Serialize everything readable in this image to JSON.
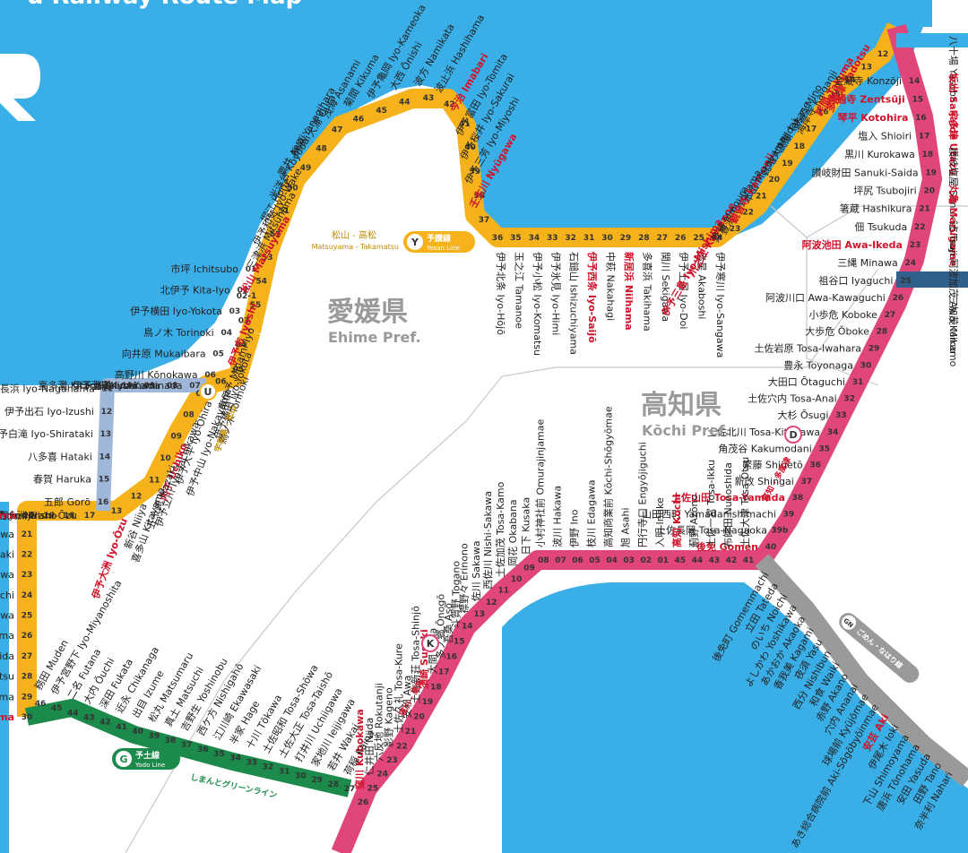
{
  "title_partial": "u Railway Route Map",
  "prefectures": [
    {
      "jp": "愛媛県",
      "en": "Ehime Pref."
    },
    {
      "jp": "高知県",
      "en": "Kōchi Pref."
    }
  ],
  "colors": {
    "sea": "#3aaee6",
    "yosan": "#f5b21b",
    "uchiko": "#f5b21b",
    "dosan": "#e0457b",
    "yodo": "#1b8a4a",
    "kotoden": "#3b6ea8",
    "gomen": "#9a9a9a",
    "tokushima": "#2f5f8a",
    "station_red": "#d0122a"
  },
  "lines": {
    "yosan": {
      "letter": "Y",
      "jp": "予讃線",
      "en": "Yosan Line",
      "section_jp": "松山 - 高松",
      "section_en": "Matsuyama - Takamatsu"
    },
    "uchiko": {
      "letter": "U",
      "jp": "予讃線・内子線",
      "en": "Yosan Line / Uchiko Line",
      "section_jp": "宇和島 - 松山",
      "section_en": "Uwajima - Matsuyama"
    },
    "dosan_north": {
      "letter": "D",
      "jp": "土讃線",
      "en": "Dosan Line",
      "section_jp": "高知 - 多度津",
      "section_en": "Kōchi - Tadotsu"
    },
    "dosan_south": {
      "letter": "K",
      "jp": "土讃線",
      "en": "Dosan Line",
      "section_jp": "窪川 - 高知",
      "section_en": "Kubokawa - Kōchi"
    },
    "yodo": {
      "letter": "G",
      "jp": "予土線",
      "en": "Yodo Line",
      "extra_jp": "しまんとグリーンライン",
      "extra_en": "Shimanto Green Line"
    },
    "gomen": {
      "letter": "GN",
      "jp": "ごめん・なはり線",
      "en": "Gomen-Nahari Line"
    }
  },
  "stations": {
    "yosan_south": [
      {
        "num": "36",
        "jp": "伊予北条",
        "en": "Iyo-Hōjō"
      },
      {
        "num": "35",
        "jp": "玉之江",
        "en": "Tamanoe"
      },
      {
        "num": "34",
        "jp": "伊予小松",
        "en": "Iyo-Komatsu"
      },
      {
        "num": "33",
        "jp": "伊予氷見",
        "en": "Iyo-Himi"
      },
      {
        "num": "32",
        "jp": "石鎚山",
        "en": "Ishizuchiyama"
      },
      {
        "num": "31",
        "jp": "伊予西条",
        "en": "Iyo-Saijō",
        "major": true
      },
      {
        "num": "30",
        "jp": "中萩",
        "en": "Nakahagi"
      },
      {
        "num": "29",
        "jp": "新居浜",
        "en": "Niihama",
        "major": true
      },
      {
        "num": "28",
        "jp": "多喜浜",
        "en": "Takihama"
      },
      {
        "num": "27",
        "jp": "関川",
        "en": "Sekigawa"
      },
      {
        "num": "26",
        "jp": "伊予土居",
        "en": "Iyo-Doi"
      },
      {
        "num": "25",
        "jp": "赤星",
        "en": "Akaboshi"
      },
      {
        "num": "24",
        "jp": "伊予寒川",
        "en": "Iyo-Sangawa"
      }
    ],
    "yosan_north": [
      {
        "num": "37",
        "jp": "壬生川",
        "en": "Nyūgawa",
        "major": true
      },
      {
        "num": "38",
        "jp": "伊予三芳",
        "en": "Iyo-Miyoshi"
      },
      {
        "num": "39",
        "jp": "伊予桜井",
        "en": "Iyo-Sakurai"
      },
      {
        "num": "40",
        "jp": "伊予富田",
        "en": "Iyo-Tomita"
      },
      {
        "num": "41",
        "jp": "今治",
        "en": "Imabari",
        "major": true
      },
      {
        "num": "42",
        "jp": "波止浜",
        "en": "Hashihama"
      },
      {
        "num": "43",
        "jp": "波方",
        "en": "Namikata"
      },
      {
        "num": "44",
        "jp": "大西",
        "en": "Ōnishi"
      },
      {
        "num": "45",
        "jp": "伊予亀岡",
        "en": "Iyo-Kameoka"
      },
      {
        "num": "46",
        "jp": "菊間",
        "en": "Kikuma"
      },
      {
        "num": "47",
        "jp": "浅海",
        "en": "Asanami"
      },
      {
        "num": "48",
        "jp": "大浦",
        "en": "Ōura"
      },
      {
        "num": "49",
        "jp": "柳原",
        "en": "Yanagihara"
      },
      {
        "num": "50",
        "jp": "粟井",
        "en": "Awai"
      },
      {
        "num": "51",
        "jp": "光洋台",
        "en": "Kōyōdai"
      },
      {
        "num": "52",
        "jp": "堀江",
        "en": "Horie"
      },
      {
        "num": "53",
        "jp": "伊予和気",
        "en": "Iyo-Wake"
      },
      {
        "num": "54",
        "jp": "三津浜",
        "en": "Mitsuhama"
      },
      {
        "num": "55",
        "jp": "松山",
        "en": "Matsuyama",
        "major": true
      }
    ],
    "yosan_east": [
      {
        "num": "23",
        "jp": "伊予三島",
        "en": "Iyo-Mishima",
        "major": true
      },
      {
        "num": "22",
        "jp": "川之江",
        "en": "Kawanoe",
        "major": true
      },
      {
        "num": "21",
        "jp": "箕浦",
        "en": "Minoura"
      },
      {
        "num": "20",
        "jp": "豊浜",
        "en": "Toyohama"
      },
      {
        "num": "19",
        "jp": "観音寺",
        "en": "Kan-onji",
        "major": true
      },
      {
        "num": "18",
        "jp": "本山",
        "en": "Motoyama"
      },
      {
        "num": "17",
        "jp": "比地大",
        "en": "Hijidai"
      },
      {
        "num": "16",
        "jp": "高瀬",
        "en": "Takase"
      },
      {
        "num": "15",
        "jp": "みの",
        "en": "Mino"
      },
      {
        "num": "14",
        "jp": "海岸寺",
        "en": "Kaiganji"
      },
      {
        "num": "13",
        "jp": "詫間",
        "en": "Takuma",
        "major": true
      },
      {
        "num": "12",
        "jp": "多度津",
        "en": "Tadotsu",
        "major": true
      }
    ],
    "dosan_north": [
      {
        "num": "14",
        "jp": "金蔵寺",
        "en": "Konzōji"
      },
      {
        "num": "15",
        "jp": "善通寺",
        "en": "Zentsūji",
        "major": true
      },
      {
        "num": "16",
        "jp": "琴平",
        "en": "Kotohira",
        "major": true
      },
      {
        "num": "17",
        "jp": "塩入",
        "en": "Shioiri"
      },
      {
        "num": "18",
        "jp": "黒川",
        "en": "Kurokawa"
      },
      {
        "num": "19",
        "jp": "讃岐財田",
        "en": "Sanuki-Saida"
      },
      {
        "num": "20",
        "jp": "坪尻",
        "en": "Tsubojiri"
      },
      {
        "num": "21",
        "jp": "箸蔵",
        "en": "Hashikura"
      },
      {
        "num": "22",
        "jp": "佃",
        "en": "Tsukuda"
      },
      {
        "num": "23",
        "jp": "阿波池田",
        "en": "Awa-Ikeda",
        "major": true
      },
      {
        "num": "24",
        "jp": "三縄",
        "en": "Minawa"
      },
      {
        "num": "25",
        "jp": "祖谷口",
        "en": "Iyaguchi"
      },
      {
        "num": "26",
        "jp": "阿波川口",
        "en": "Awa-Kawaguchi"
      },
      {
        "num": "27",
        "jp": "小歩危",
        "en": "Koboke"
      },
      {
        "num": "28",
        "jp": "大歩危",
        "en": "Ōboke"
      },
      {
        "num": "29",
        "jp": "土佐岩原",
        "en": "Tosa-Iwahara"
      },
      {
        "num": "30",
        "jp": "豊永",
        "en": "Toyonaga"
      },
      {
        "num": "31",
        "jp": "大田口",
        "en": "Ōtaguchi"
      },
      {
        "num": "32",
        "jp": "土佐穴内",
        "en": "Tosa-Anai"
      },
      {
        "num": "33",
        "jp": "大杉",
        "en": "Ōsugi"
      },
      {
        "num": "34",
        "jp": "土佐北川",
        "en": "Tosa-Kitagawa"
      },
      {
        "num": "35",
        "jp": "角茂谷",
        "en": "Kakumodani"
      },
      {
        "num": "36",
        "jp": "繁藤",
        "en": "Shigetō"
      },
      {
        "num": "37",
        "jp": "新改",
        "en": "Shingai"
      },
      {
        "num": "38",
        "jp": "土佐山田",
        "en": "Tosa-Yamada",
        "major": true
      },
      {
        "num": "39",
        "jp": "山田西町",
        "en": "Yamadanishimachi"
      },
      {
        "num": "39b",
        "jp": "土佐長岡",
        "en": "Tosa-Nagaoka"
      },
      {
        "num": "40",
        "jp": "後免",
        "en": "Gomen",
        "major": true
      }
    ],
    "tokushima_side": [
      {
        "jp": "八十場",
        "en": "Yasoba"
      },
      {
        "jp": "坂出",
        "en": "Sakaide",
        "major": true
      },
      {
        "jp": "宇多津",
        "en": "Utazu",
        "major": true
      },
      {
        "jp": "讃岐塩屋",
        "en": "Sanuki-Shioya"
      },
      {
        "jp": "丸亀",
        "en": "Marugame",
        "major": true
      },
      {
        "jp": "辻",
        "en": "Tsuji"
      },
      {
        "jp": "阿波加茂",
        "en": "Awa-Kamo"
      },
      {
        "jp": "三加茂",
        "en": "Mikamo"
      }
    ],
    "dosan_kochi": [
      {
        "num": "41",
        "jp": "土佐大津",
        "en": "Tosa-Ōtsu"
      },
      {
        "num": "42",
        "jp": "布師田",
        "en": "Nunoshida"
      },
      {
        "num": "43",
        "jp": "土佐一宮",
        "en": "Tosa-Ikku"
      },
      {
        "num": "44",
        "jp": "薊野",
        "en": "Azōno"
      },
      {
        "num": "45",
        "jp": "高知",
        "en": "Kōchi",
        "major": true
      },
      {
        "num": "01",
        "jp": "入明",
        "en": "Iriake"
      },
      {
        "num": "02",
        "jp": "円行寺口",
        "en": "Engyōjiguchi"
      },
      {
        "num": "03",
        "jp": "旭",
        "en": "Asahi"
      },
      {
        "num": "04",
        "jp": "高知商業前",
        "en": "Kōchi-Shōgyōmae"
      },
      {
        "num": "05",
        "jp": "枝川",
        "en": "Edagawa"
      },
      {
        "num": "06",
        "jp": "伊野",
        "en": "Ino"
      },
      {
        "num": "07",
        "jp": "波川",
        "en": "Hakawa"
      },
      {
        "num": "08",
        "jp": "小村神社前",
        "en": "Omurajinjamae"
      },
      {
        "num": "09",
        "jp": "日下",
        "en": "Kusaka"
      },
      {
        "num": "10",
        "jp": "岡花",
        "en": "Okabana"
      },
      {
        "num": "11",
        "jp": "土佐加茂",
        "en": "Tosa-Kamo"
      },
      {
        "num": "12",
        "jp": "西佐川",
        "en": "Nishi-Sakawa"
      },
      {
        "num": "13",
        "jp": "佐川",
        "en": "Sakawa"
      },
      {
        "num": "14",
        "jp": "襟野々",
        "en": "Erinono"
      },
      {
        "num": "15",
        "jp": "斗賀野",
        "en": "Togano"
      },
      {
        "num": "16",
        "jp": "吾桑",
        "en": "Asō"
      },
      {
        "num": "17",
        "jp": "多ノ郷",
        "en": "Ōnogō"
      },
      {
        "num": "18",
        "jp": "大間",
        "en": "Ōma"
      },
      {
        "num": "19",
        "jp": "須崎",
        "en": "Susaki",
        "major": true
      },
      {
        "num": "20",
        "jp": "土佐新荘",
        "en": "Tosa-Shinjō"
      },
      {
        "num": "21",
        "jp": "安和",
        "en": "Awa"
      },
      {
        "num": "22",
        "jp": "土佐久礼",
        "en": "Tosa-Kure"
      },
      {
        "num": "23",
        "jp": "影野",
        "en": "Kageno"
      },
      {
        "num": "24",
        "jp": "六反地",
        "en": "Rokutanji"
      },
      {
        "num": "25",
        "jp": "仁井田",
        "en": "Niida"
      },
      {
        "num": "26",
        "jp": "窪川",
        "en": "Kubokawa",
        "major": true
      }
    ],
    "uchiko": [
      {
        "num": "02-1",
        "jp": "伊予市",
        "en": "Iyoshi",
        "major": true
      },
      {
        "num": "03",
        "jp": "南伊予",
        "en": "Minami-Iyo"
      },
      {
        "num": "04",
        "jp": "伊予横田",
        "en": "Iyo-Yokota"
      },
      {
        "num": "05",
        "jp": "鳥ノ木",
        "en": "Torinoki"
      },
      {
        "num": "06",
        "jp": "伊予中山",
        "en": "Iyo-Nakayama"
      },
      {
        "num": "07",
        "jp": "伊予大平",
        "en": "Iyo-Ōhira"
      },
      {
        "num": "08",
        "jp": "伊予立川",
        "en": "Iyo-Tachikawa"
      },
      {
        "num": "09",
        "jp": "内子",
        "en": "Uchiko",
        "major": true
      },
      {
        "num": "10",
        "jp": "五十崎",
        "en": "Ikazaki"
      },
      {
        "num": "11",
        "jp": "喜多山",
        "en": "Kitayama"
      },
      {
        "num": "12",
        "jp": "新谷",
        "en": "Niiya"
      },
      {
        "num": "13",
        "jp": "伊予大洲",
        "en": "Iyo-Ōzu",
        "major": true
      }
    ],
    "yosan_west_coast": [
      {
        "num": "01",
        "jp": "市坪",
        "en": "Ichitsubo"
      },
      {
        "num": "02",
        "jp": "北伊予",
        "en": "Kita-Iyo"
      },
      {
        "num": "03",
        "jp": "伊予横田",
        "en": "Iyo-Yokota"
      },
      {
        "num": "04",
        "jp": "鳥ノ木",
        "en": "Torinoki"
      },
      {
        "num": "05",
        "jp": "向井原",
        "en": "Mukaibara"
      },
      {
        "num": "06",
        "jp": "高野川",
        "en": "Kōnokawa"
      },
      {
        "num": "07",
        "jp": "伊予上灘",
        "en": "Iyo-Kaminada"
      },
      {
        "num": "08",
        "jp": "下灘",
        "en": "Shimonada"
      },
      {
        "num": "09",
        "jp": "串",
        "en": "Kushi"
      },
      {
        "num": "10",
        "jp": "喜多灘",
        "en": "Kitanada"
      },
      {
        "num": "11",
        "jp": "伊予長浜",
        "en": "Iyo-Nagahama"
      },
      {
        "num": "12",
        "jp": "伊予出石",
        "en": "Iyo-Izushi"
      },
      {
        "num": "13",
        "jp": "伊予白滝",
        "en": "Iyo-Shirataki"
      },
      {
        "num": "14",
        "jp": "八多喜",
        "en": "Hataki"
      },
      {
        "num": "15",
        "jp": "春賀",
        "en": "Haruka"
      },
      {
        "num": "16",
        "jp": "五郎",
        "en": "Gorō"
      }
    ],
    "yosan_uwajima": [
      {
        "num": "17",
        "jp": "西大洲",
        "en": "Nishi-Ōzu"
      },
      {
        "num": "18",
        "jp": "伊予平野",
        "en": "Iyo-Hirano"
      },
      {
        "num": "19",
        "jp": "千丈",
        "en": "Senjō"
      },
      {
        "num": "20",
        "jp": "八幡浜",
        "en": "Yawatahama",
        "major": true
      },
      {
        "num": "21",
        "jp": "双岩",
        "en": "Futaiwa"
      },
      {
        "num": "22",
        "jp": "伊予石城",
        "en": "Iyo-Iwaki"
      },
      {
        "num": "23",
        "jp": "上宇和",
        "en": "Kami-Uwa"
      },
      {
        "num": "24",
        "jp": "卯之町",
        "en": "Unomachi"
      },
      {
        "num": "25",
        "jp": "下宇和",
        "en": "Shimo-Uwa"
      },
      {
        "num": "26",
        "jp": "立間",
        "en": "Tachima"
      },
      {
        "num": "27",
        "jp": "伊予吉田",
        "en": "Iyo-Yoshida"
      },
      {
        "num": "28",
        "jp": "高光",
        "en": "Takamitsu"
      },
      {
        "num": "29",
        "jp": "北宇和島",
        "en": "Kita-Uwajima"
      },
      {
        "num": "30",
        "jp": "宇和島",
        "en": "Uwajima",
        "major": true
      }
    ],
    "yodo": [
      {
        "num": "46",
        "jp": "務田",
        "en": "Muden"
      },
      {
        "num": "45",
        "jp": "伊予宮野下",
        "en": "Iyo-Miyanoshita"
      },
      {
        "num": "44",
        "jp": "二名",
        "en": "Futana"
      },
      {
        "num": "43",
        "jp": "大内",
        "en": "Ōuchi"
      },
      {
        "num": "42",
        "jp": "深田",
        "en": "Fukata"
      },
      {
        "num": "41",
        "jp": "近永",
        "en": "Chikanaga"
      },
      {
        "num": "40",
        "jp": "出目",
        "en": "Izume"
      },
      {
        "num": "39",
        "jp": "松丸",
        "en": "Matsumaru"
      },
      {
        "num": "38",
        "jp": "真土",
        "en": "Matsuchi"
      },
      {
        "num": "37",
        "jp": "吉野生",
        "en": "Yoshinobu"
      },
      {
        "num": "36",
        "jp": "西ケ方",
        "en": "Nishigahō"
      },
      {
        "num": "35",
        "jp": "江川崎",
        "en": "Ekawasaki"
      },
      {
        "num": "34",
        "jp": "半家",
        "en": "Hage"
      },
      {
        "num": "33",
        "jp": "十川",
        "en": "Tōkawa"
      },
      {
        "num": "32",
        "jp": "土佐昭和",
        "en": "Tosa-Shōwa"
      },
      {
        "num": "31",
        "jp": "土佐大正",
        "en": "Tosa-Taishō"
      },
      {
        "num": "30",
        "jp": "打井川",
        "en": "Uchiigawa"
      },
      {
        "num": "29",
        "jp": "家地川",
        "en": "Ieijigawa"
      },
      {
        "num": "28",
        "jp": "若井",
        "en": "Wakai"
      },
      {
        "num": "27",
        "jp": "荷稲",
        "en": "Kaina"
      }
    ],
    "gomen": [
      {
        "jp": "後免町",
        "en": "Gomemmachi"
      },
      {
        "jp": "立田",
        "en": "Tateda"
      },
      {
        "jp": "のいち",
        "en": "Noichi"
      },
      {
        "jp": "よしかわ",
        "en": "Yoshikawa"
      },
      {
        "jp": "あかおか",
        "en": "Akaoka"
      },
      {
        "jp": "香我美",
        "en": "Kagami"
      },
      {
        "jp": "夜須",
        "en": "Yasu"
      },
      {
        "jp": "西分",
        "en": "Nishibun"
      },
      {
        "jp": "和食",
        "en": "Waiki"
      },
      {
        "jp": "赤野",
        "en": "Akano"
      },
      {
        "jp": "穴内",
        "en": "Ananai"
      },
      {
        "jp": "球場前",
        "en": "Kyūjōmae"
      },
      {
        "jp": "あき総合病院前",
        "en": "Aki-Sōgōbyōinmae"
      },
      {
        "jp": "安芸",
        "en": "Aki",
        "major": true
      },
      {
        "jp": "伊尾木",
        "en": "Ioki"
      },
      {
        "jp": "下山",
        "en": "Shimoyama"
      },
      {
        "jp": "唐浜",
        "en": "Tōnohama"
      },
      {
        "jp": "安田",
        "en": "Yasuda"
      },
      {
        "jp": "田野",
        "en": "Tano"
      },
      {
        "jp": "奈半利",
        "en": "Nahari"
      }
    ]
  }
}
